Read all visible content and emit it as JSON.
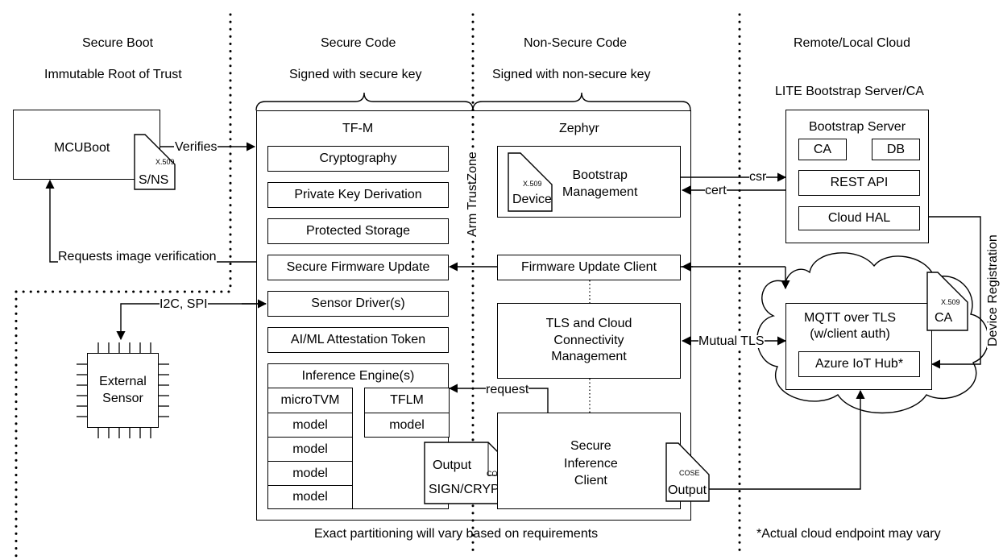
{
  "headers": {
    "secure_boot": "Secure Boot",
    "immutable_rot": "Immutable Root of Trust",
    "secure_code": "Secure Code",
    "signed_secure": "Signed with secure key",
    "nonsecure_code": "Non-Secure Code",
    "signed_nonsecure": "Signed with non-secure key",
    "cloud": "Remote/Local Cloud",
    "lite_bootstrap": "LITE Bootstrap Server/CA"
  },
  "mcuboot": {
    "label": "MCUBoot",
    "cert_badge": "X.509",
    "cert_label": "S/NS"
  },
  "tfm": {
    "title": "TF-M",
    "services": [
      "Cryptography",
      "Private Key Derivation",
      "Protected Storage",
      "Secure Firmware Update",
      "Sensor Driver(s)",
      "AI/ML Attestation Token"
    ],
    "inference_title": "Inference Engine(s)",
    "microtvm": "microTVM",
    "tflm": "TFLM",
    "model": "model"
  },
  "trustzone_label": "Arm TrustZone",
  "zephyr": {
    "title": "Zephyr",
    "bootstrap_mgmt": "Bootstrap\nManagement",
    "device_badge": "X.509",
    "device_label": "Device",
    "fw_update_client": "Firmware Update Client",
    "tls_mgmt": "TLS and Cloud\nConnectivity\nManagement",
    "secure_inference": "Secure\nInference\nClient",
    "output_badge": "COSE",
    "output_label": "Output"
  },
  "output_sign": {
    "title": "Output",
    "badge": "COSE",
    "label": "SIGN/CRYPT"
  },
  "bootstrap_server": {
    "title": "Bootstrap Server",
    "ca": "CA",
    "db": "DB",
    "rest_api": "REST API",
    "cloud_hal": "Cloud HAL"
  },
  "cloud_box": {
    "mqtt": "MQTT over TLS\n(w/client auth)",
    "ca_badge": "X.509",
    "ca_label": "CA",
    "azure": "Azure IoT Hub*"
  },
  "sensor": {
    "label": "External\nSensor"
  },
  "arrows": {
    "verifies": "Verifies",
    "requests_image": "Requests image verification",
    "i2c_spi": "I2C, SPI",
    "csr": "csr",
    "cert": "cert",
    "mutual_tls": "Mutual TLS",
    "request": "request",
    "device_registration": "Device Registration"
  },
  "footer": {
    "partitioning": "Exact partitioning will vary based on requirements",
    "cloud_note": "*Actual cloud endpoint may vary"
  }
}
